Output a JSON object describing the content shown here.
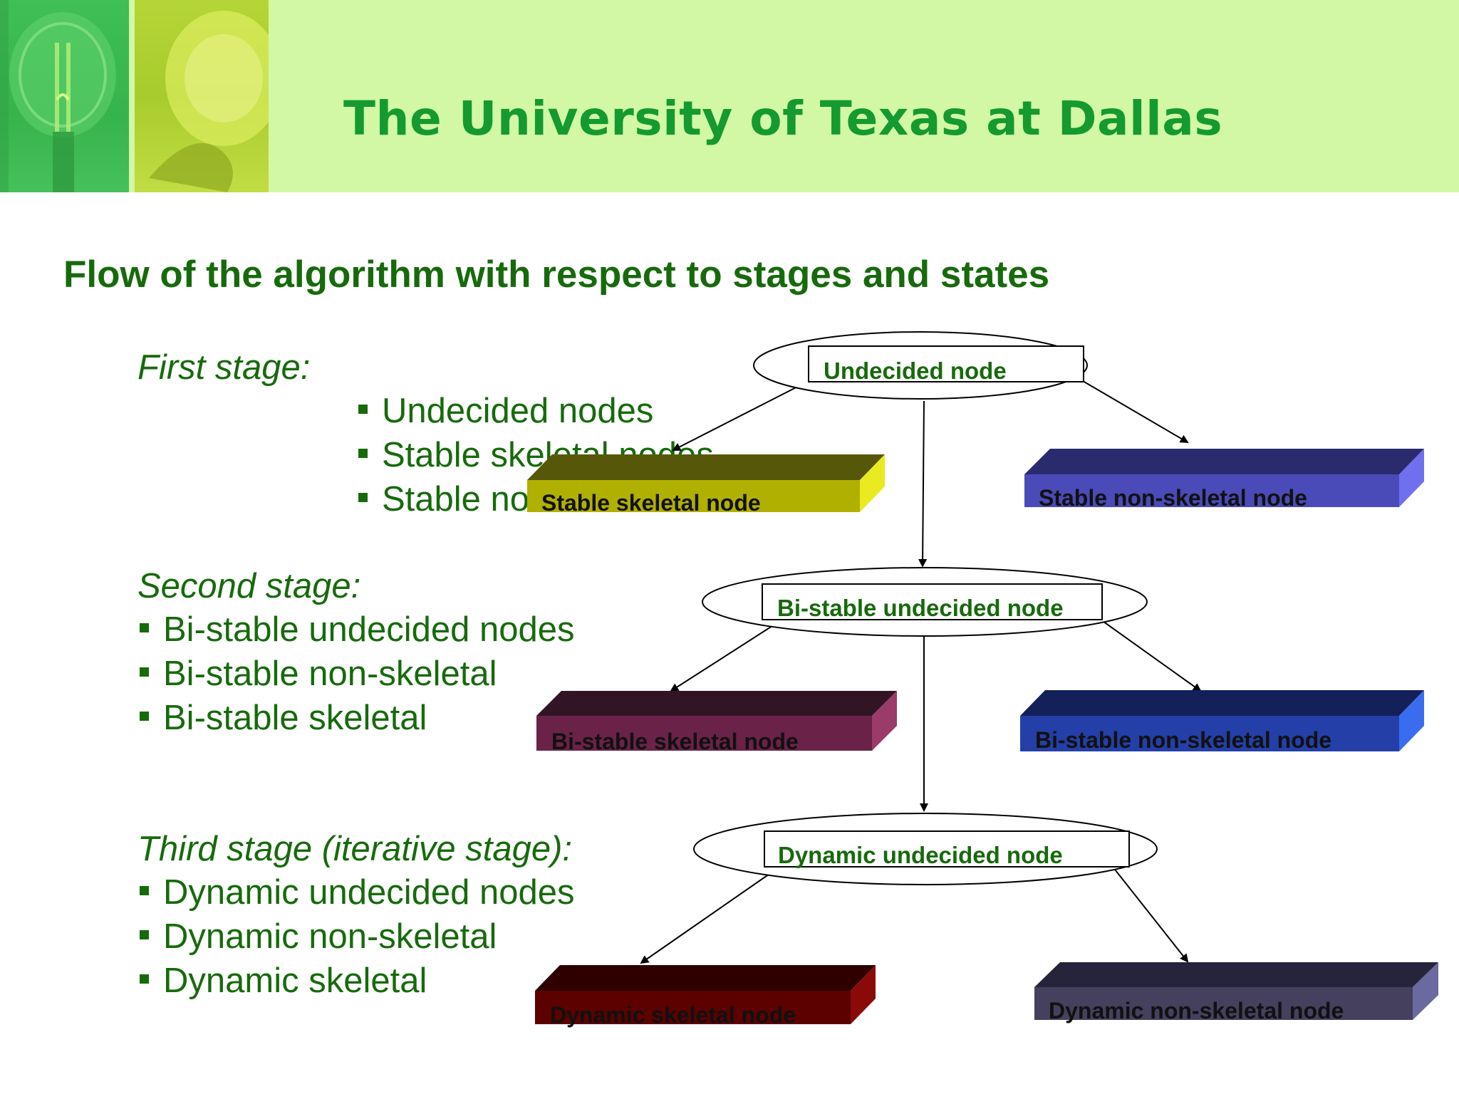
{
  "header": {
    "title": "The University of Texas at Dallas"
  },
  "slide": {
    "heading": "Flow of the algorithm with respect to stages and states",
    "stages": [
      {
        "label": "First stage:",
        "items": [
          "Undecided nodes",
          "Stable skeletal nodes",
          "Stable non-skeletal nodes"
        ]
      },
      {
        "label": "Second stage:",
        "items": [
          "Bi-stable undecided nodes",
          "Bi-stable non-skeletal",
          "Bi-stable skeletal"
        ]
      },
      {
        "label": "Third stage (iterative stage):",
        "items": [
          "Dynamic undecided nodes",
          "Dynamic non-skeletal",
          "Dynamic skeletal"
        ]
      }
    ]
  },
  "diagram": {
    "decision_nodes": [
      "Undecided node",
      "Bi-stable undecided node",
      "Dynamic undecided node"
    ],
    "outcome_nodes": [
      {
        "label": "Stable skeletal node",
        "color": "#b0b000"
      },
      {
        "label": "Stable non-skeletal node",
        "color": "#4a4ab8"
      },
      {
        "label": "Bi-stable skeletal node",
        "color": "#6a2248"
      },
      {
        "label": "Bi-stable non-skeletal node",
        "color": "#243fa8"
      },
      {
        "label": "Dynamic skeletal node",
        "color": "#5c0000"
      },
      {
        "label": "Dynamic non-skeletal node",
        "color": "#45405e"
      }
    ],
    "label_color": "#176a0c",
    "arrow_color": "#000000"
  },
  "theme": {
    "banner_color": "#d2f7a5",
    "title_color": "#149a2e",
    "text_color": "#176a0c"
  }
}
